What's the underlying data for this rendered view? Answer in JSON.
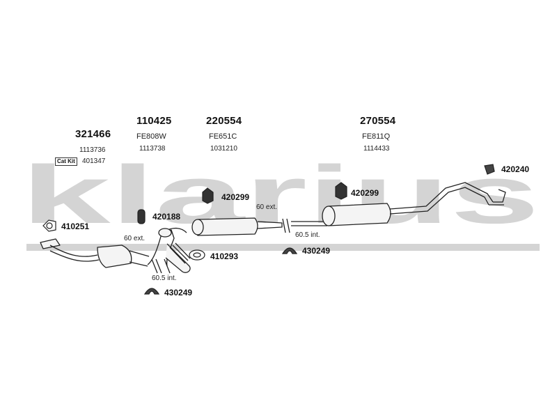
{
  "brand_watermark": "klarius",
  "main_parts": [
    {
      "number": "321466",
      "sub": "1113736"
    },
    {
      "number": "110425",
      "code": "FE808W",
      "sub": "1113738"
    },
    {
      "number": "220554",
      "code": "FE651C",
      "sub": "1031210"
    },
    {
      "number": "270554",
      "code": "FE811Q",
      "sub": "1114433"
    }
  ],
  "cat_kit": {
    "label": "Cat Kit",
    "number": "401347"
  },
  "fittings": {
    "f410251": "410251",
    "f420188": "420188",
    "f420299a": "420299",
    "f420299b": "420299",
    "f410293": "410293",
    "f430249a": "430249",
    "f430249b": "430249",
    "f420240": "420240"
  },
  "notes": {
    "n60ext_a": "60 ext.",
    "n605int_a": "60.5 int.",
    "n60ext_b": "60 ext.",
    "n605int_b": "60.5 int."
  },
  "colors": {
    "watermark": "#d4d4d4",
    "line": "#222222",
    "part_fill": "#f4f4f4"
  }
}
